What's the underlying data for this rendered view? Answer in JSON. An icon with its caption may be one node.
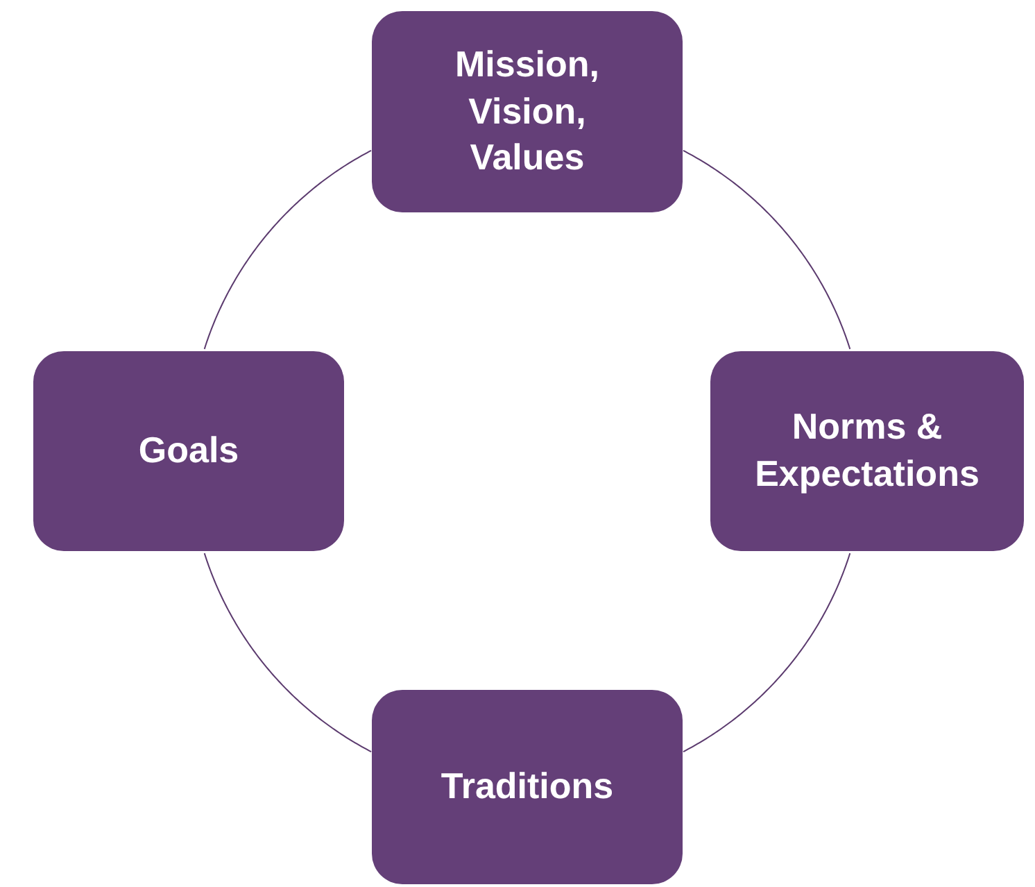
{
  "diagram": {
    "nodes": [
      {
        "text": [
          "Mission, Vision, Values"
        ]
      },
      {
        "text": [
          "Norms & Expectations"
        ]
      },
      {
        "text": [
          "Traditions"
        ]
      },
      {
        "text": [
          "Goals"
        ]
      }
    ],
    "edges": [
      {
        "from": 0,
        "to": 1,
        "arrow": "none"
      },
      {
        "from": 1,
        "to": 2,
        "arrow": "none"
      },
      {
        "from": 2,
        "to": 3,
        "arrow": "none"
      },
      {
        "from": 3,
        "to": 0,
        "arrow": "none"
      }
    ]
  }
}
